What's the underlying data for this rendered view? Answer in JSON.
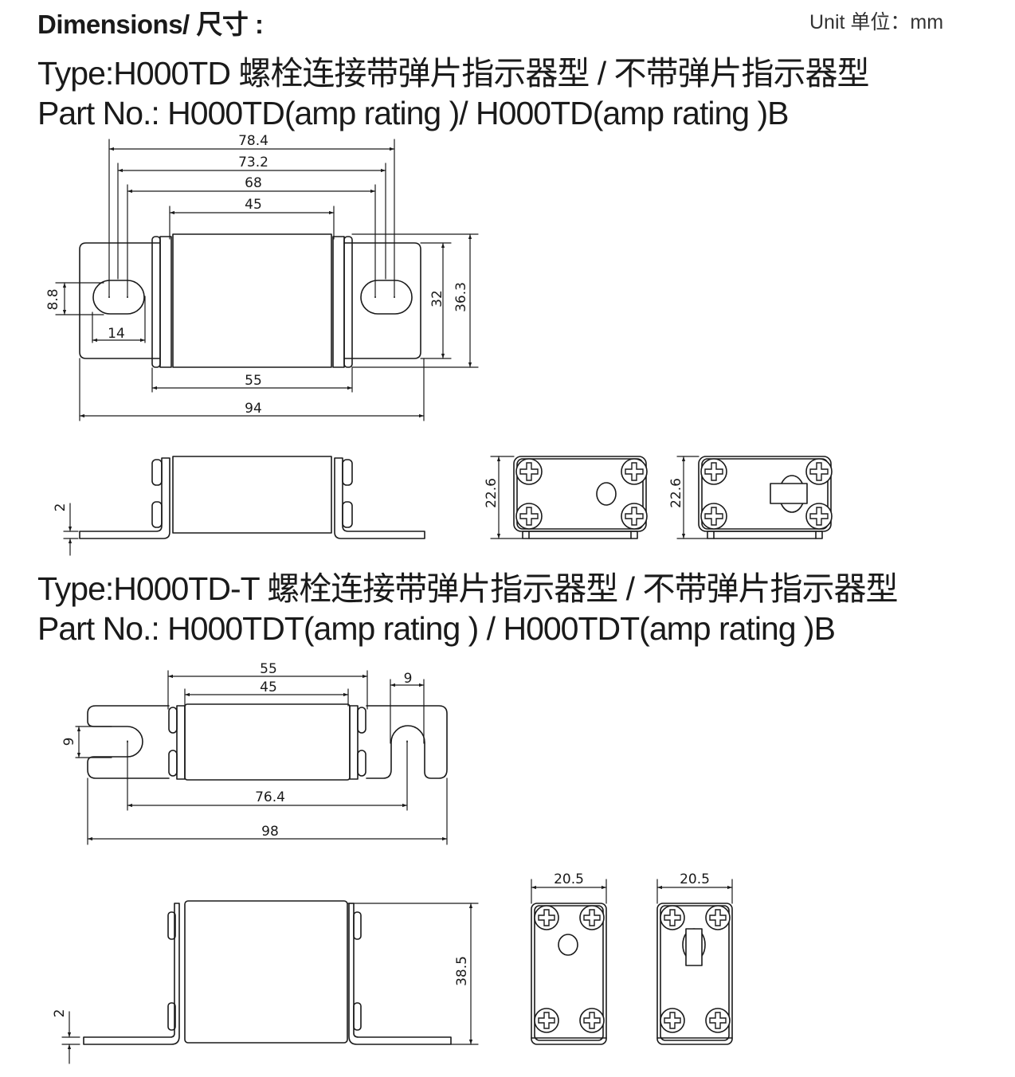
{
  "header": {
    "title": "Dimensions/ 尺寸 :",
    "unit": "Unit 单位：mm"
  },
  "section1": {
    "type_line": "Type:H000TD 螺栓连接带弹片指示器型 / 不带弹片指示器型",
    "part_line": "Part No.: H000TD(amp rating )/ H000TD(amp rating )B",
    "top_view": {
      "dims": {
        "bolt_outer": "78.4",
        "bolt_mid": "73.2",
        "bolt_inner": "68",
        "body_width": "45",
        "slot_height": "8.8",
        "slot_width": "14",
        "tag_height": "32",
        "body_height": "36.3",
        "cap_span": "55",
        "overall_length": "94"
      }
    },
    "side_view": {
      "dims": {
        "tag_thickness": "2"
      }
    },
    "end_view_a": {
      "dims": {
        "height": "22.6"
      },
      "indicator": "round-window"
    },
    "end_view_b": {
      "dims": {
        "height": "22.6"
      },
      "indicator": "striker-plate"
    }
  },
  "section2": {
    "type_line": "Type:H000TD-T 螺栓连接带弹片指示器型 / 不带弹片指示器型",
    "part_line": "Part No.: H000TDT(amp rating ) / H000TDT(amp rating )B",
    "top_view": {
      "dims": {
        "cap_span": "55",
        "body_width": "45",
        "slot_width_right": "9",
        "slot_height_left": "9",
        "slot_centers": "76.4",
        "overall_length": "98"
      }
    },
    "side_view": {
      "dims": {
        "tag_thickness": "2",
        "height": "38.5"
      }
    },
    "end_view_a": {
      "dims": {
        "width": "20.5"
      },
      "indicator": "round-window"
    },
    "end_view_b": {
      "dims": {
        "width": "20.5"
      },
      "indicator": "striker-plate"
    }
  }
}
